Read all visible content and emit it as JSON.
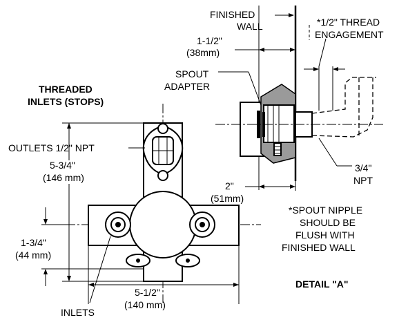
{
  "labels": {
    "finished_wall_1": "FINISHED",
    "finished_wall_2": "WALL",
    "thread_engagement_1": "*1/2\" THREAD",
    "thread_engagement_2": "ENGAGEMENT",
    "dim_1_5_in": "1-1/2\"",
    "dim_1_5_mm": "(38mm)",
    "spout_adapter_1": "SPOUT",
    "spout_adapter_2": "ADAPTER",
    "threaded_inlets_1": "THREADED",
    "threaded_inlets_2": "INLETS (STOPS)",
    "outlets": "OUTLETS 1/2\" NPT",
    "dim_5_75_in": "5-3/4\"",
    "dim_5_75_mm": "(146 mm)",
    "npt_1": "3/4\"",
    "npt_2": "NPT",
    "dim_2_in": "2\"",
    "dim_2_mm": "(51mm)",
    "note_1": "*SPOUT NIPPLE",
    "note_2": "SHOULD BE",
    "note_3": "FLUSH WITH",
    "note_4": "FINISHED WALL",
    "dim_1_75_in": "1-3/4\"",
    "dim_1_75_mm": "(44 mm)",
    "detail": "DETAIL \"A\"",
    "dim_5_5_in": "5-1/2\"",
    "dim_5_5_mm": "(140 mm)",
    "inlets": "INLETS"
  }
}
